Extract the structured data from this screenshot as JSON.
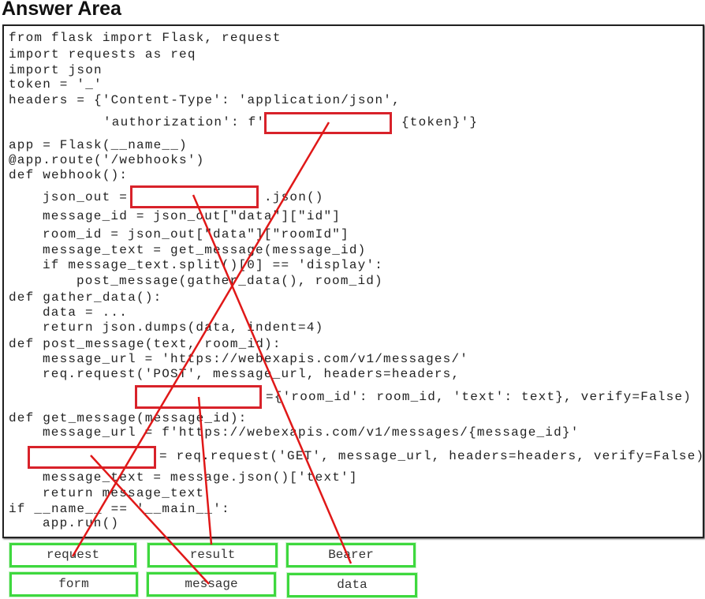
{
  "title": "Answer Area",
  "code": {
    "l1": "from flask import Flask, request",
    "l2": "import requests as req",
    "l3": "import json",
    "l4": "token = '_'",
    "l5": "headers = {'Content-Type': 'application/json',",
    "l6a": "'authorization': f'",
    "l6b": "{token}'}",
    "l7": "app = Flask(__name__)",
    "l8": "@app.route('/webhooks')",
    "l9": "def webhook():",
    "l10a": "json_out =",
    "l10b": ".json()",
    "l11": "message_id = json_out[\"data\"][\"id\"]",
    "l12": "room_id = json_out[\"data\"][\"roomId\"]",
    "l13": "message_text = get_message(message_id)",
    "l14": "if message_text.split()[0] == 'display':",
    "l15": "post_message(gather_data(), room_id)",
    "l16": "def gather_data():",
    "l17": "data = ...",
    "l18": "return json.dumps(data, indent=4)",
    "l19": "def post_message(text, room_id):",
    "l20": "message_url = 'https://webexapis.com/v1/messages/'",
    "l21": "req.request('POST', message_url, headers=headers,",
    "l22": "={'room_id': room_id, 'text': text}, verify=False)",
    "l23": "def get_message(message_id):",
    "l24": "message_url = f'https://webexapis.com/v1/messages/{message_id}'",
    "l25": "= req.request('GET', message_url, headers=headers, verify=False)",
    "l26": "message_text = message.json()['text']",
    "l27": "return message_text",
    "l28": "if __name__ == '__main__':",
    "l29": "app.run()"
  },
  "options": [
    "request",
    "result",
    "Bearer",
    "form",
    "message",
    "data"
  ],
  "colors": {
    "drop_border": "#d8222a",
    "option_border": "#3ed83e",
    "line": "#e01818"
  }
}
